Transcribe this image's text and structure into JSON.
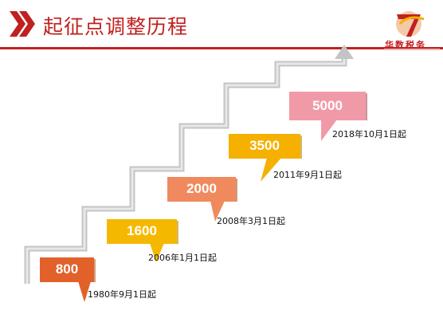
{
  "header": {
    "title": "起征点调整历程",
    "logo_text": "华数税务",
    "accent_color": "#c0201f"
  },
  "steps": [
    {
      "value": "800",
      "date": "1980年9月1日起",
      "color": "#e2612a"
    },
    {
      "value": "1600",
      "date": "2006年1月1日起",
      "color": "#f5b800"
    },
    {
      "value": "2000",
      "date": "2008年3月1日起",
      "color": "#f08a5e"
    },
    {
      "value": "3500",
      "date": "2011年9月1日起",
      "color": "#f5b000"
    },
    {
      "value": "5000",
      "date": "2018年10月1日起",
      "color": "#f19aa7"
    }
  ],
  "icons": [
    "double-chevron-icon",
    "logo-icon",
    "arrow-up-icon"
  ]
}
